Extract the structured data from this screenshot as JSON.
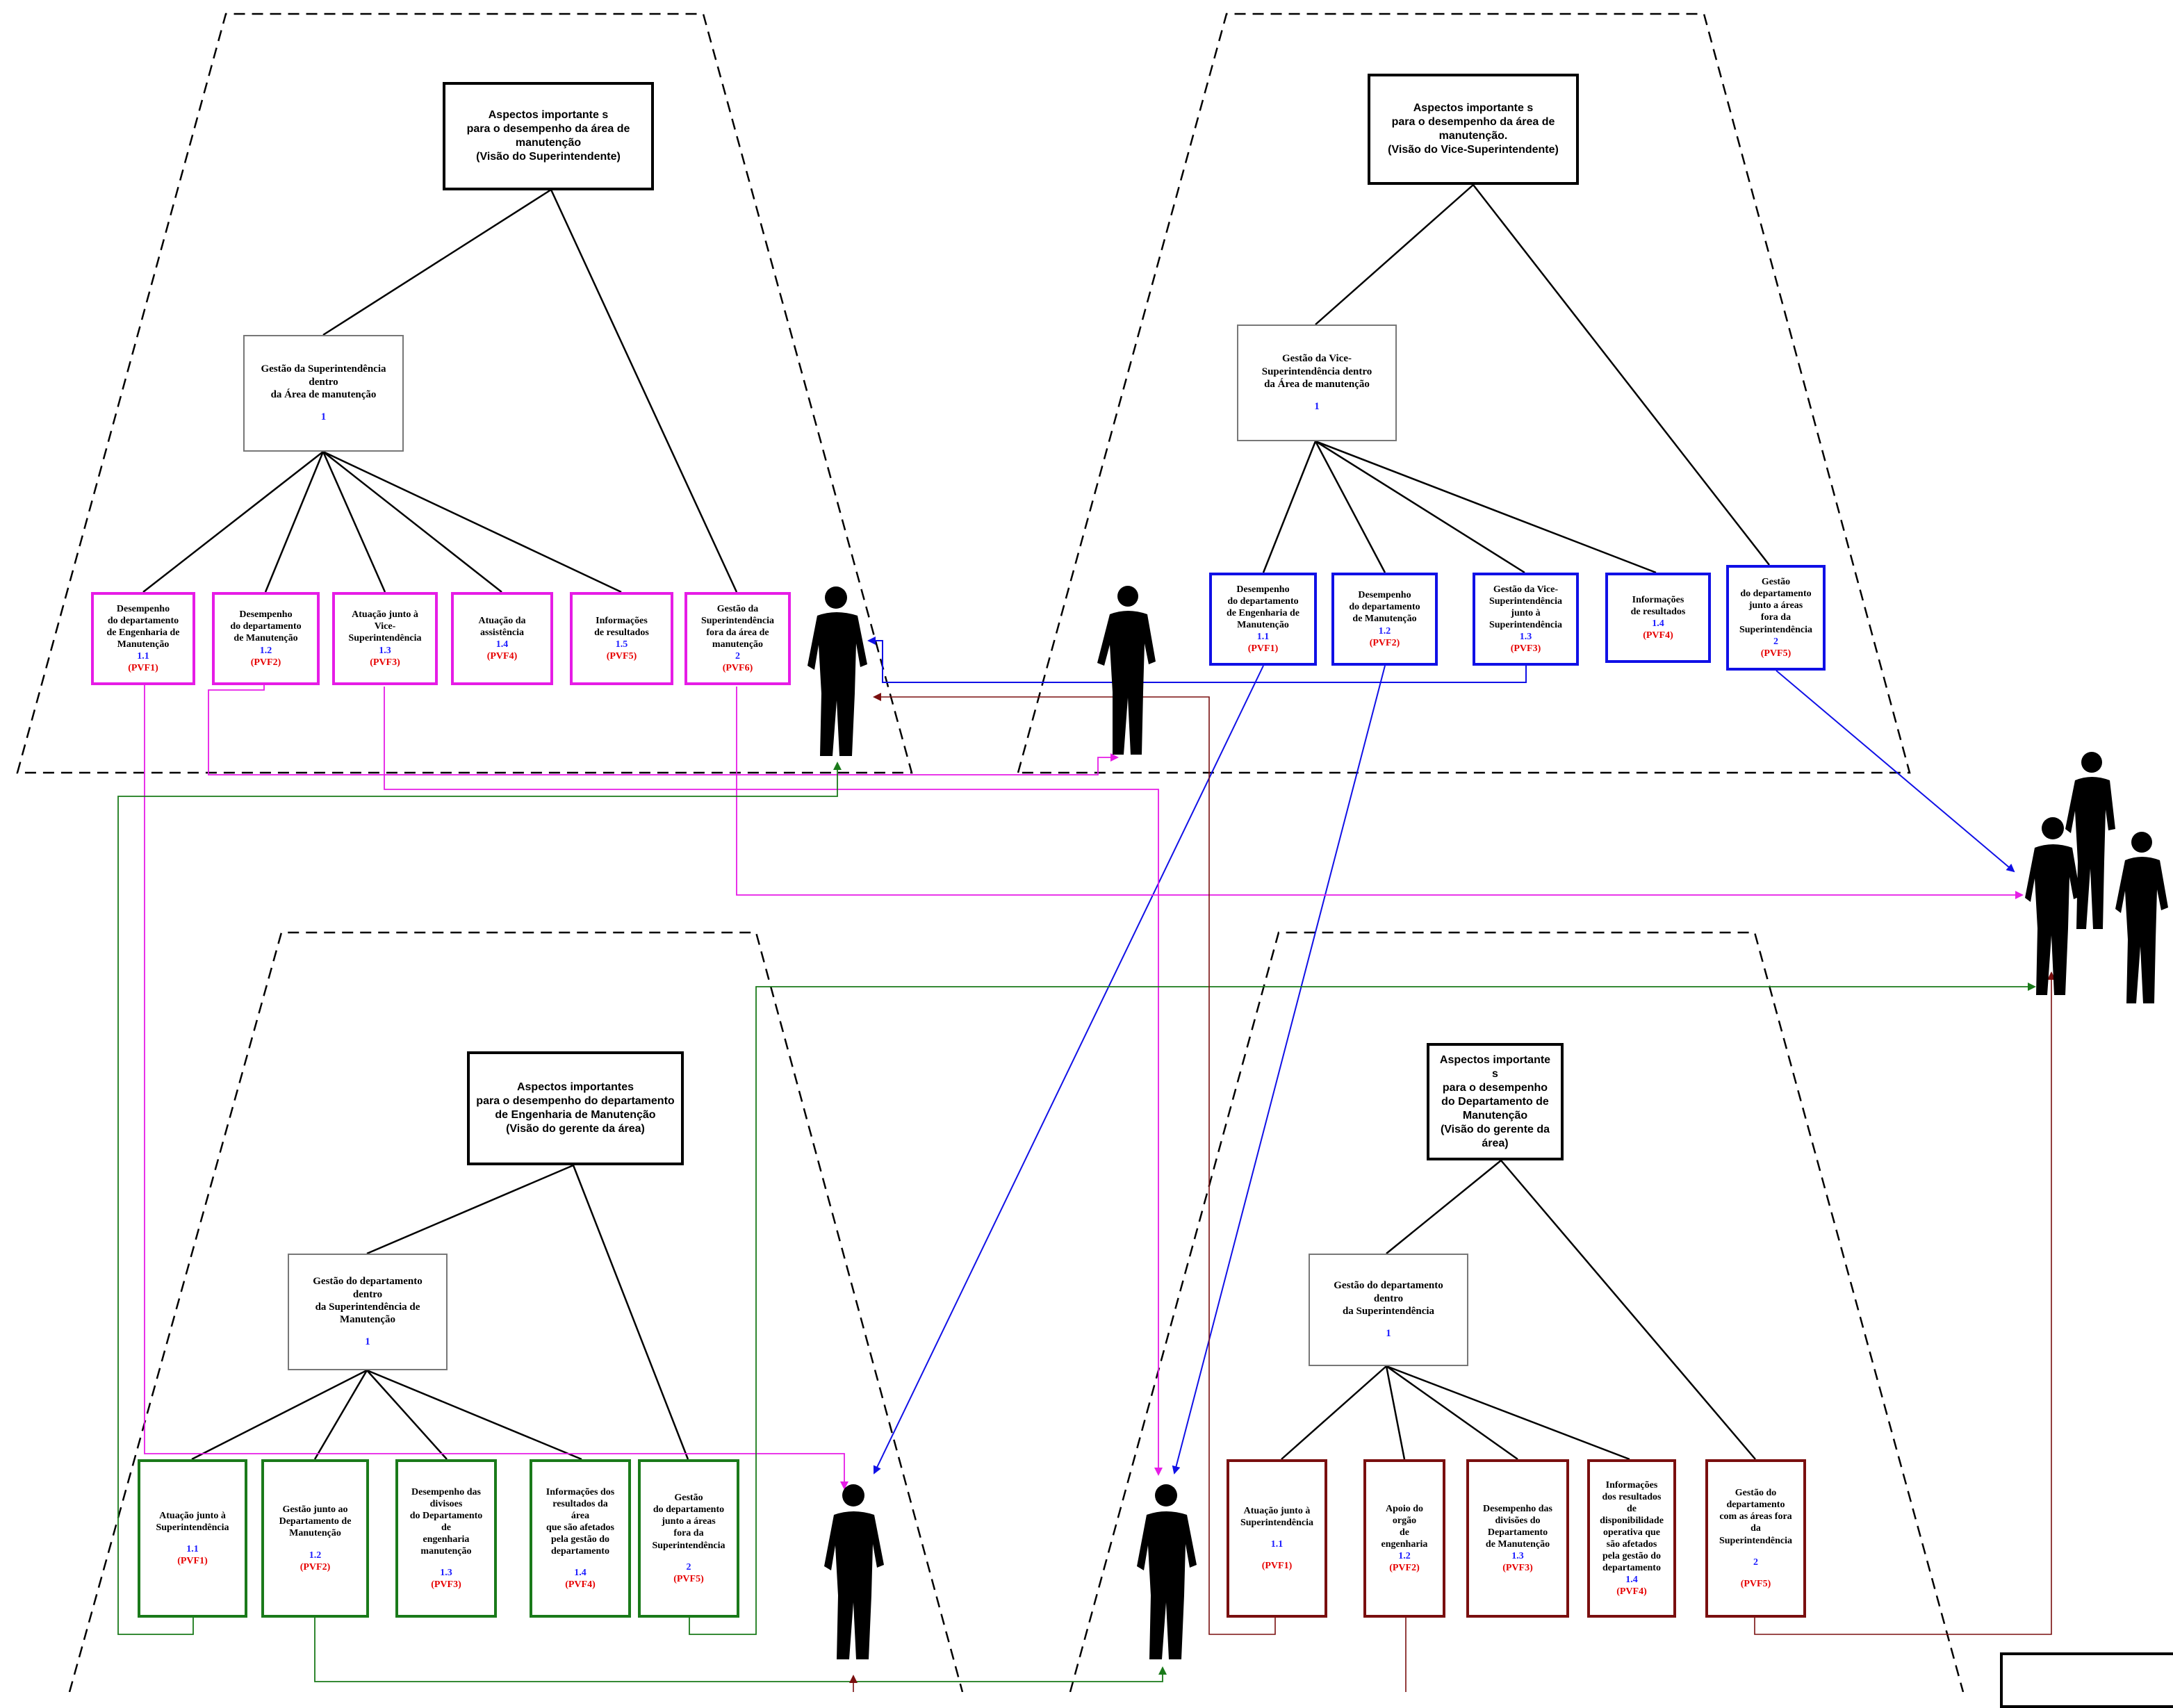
{
  "quadrants": [
    {
      "id": "superintendente",
      "title": "Aspectos importante s\npara o desempenho da área de\nmanutenção\n(Visão do Superintendente)",
      "mid": {
        "label": "Gestão da Superintendência\ndentro\nda Área de manutenção",
        "num": "1"
      },
      "leaves": [
        {
          "label": "Desempenho\ndo departamento\nde Engenharia de\nManutenção",
          "num": "1.1",
          "pvf": "(PVF1)"
        },
        {
          "label": "Desempenho\ndo departamento\nde  Manutenção",
          "num": "1.2",
          "pvf": "(PVF2)"
        },
        {
          "label": "Atuação junto à\nVice-\nSuperintendência",
          "num": "1.3",
          "pvf": "(PVF3)"
        },
        {
          "label": "Atuação da\nassistência",
          "num": "1.4",
          "pvf": "(PVF4)"
        },
        {
          "label": "Informações\nde resultados",
          "num": "1.5",
          "pvf": "(PVF5)"
        },
        {
          "label": "Gestão da\nSuperintendência\nfora da área de\nmanutenção",
          "num": "2",
          "pvf": "(PVF6)"
        }
      ]
    },
    {
      "id": "vice",
      "title": "Aspectos importante s\npara o desempenho da área de\nmanutenção.\n(Visão do Vice-Superintendente)",
      "mid": {
        "label": "Gestão da Vice-\nSuperintendência dentro\nda Área de manutenção",
        "num": "1"
      },
      "leaves": [
        {
          "label": "Desempenho\ndo departamento\nde Engenharia de\nManutenção",
          "num": "1.1",
          "pvf": "(PVF1)"
        },
        {
          "label": "Desempenho\ndo departamento\nde  Manutenção",
          "num": "1.2",
          "pvf": "(PVF2)"
        },
        {
          "label": "Gestão da Vice-\nSuperintendência\njunto à\nSuperintendência",
          "num": "1.3",
          "pvf": "(PVF3)"
        },
        {
          "label": "Informações\nde resultados",
          "num": "1.4",
          "pvf": "(PVF4)"
        },
        {
          "label": "Gestão\ndo departamento\njunto a áreas\nfora da\nSuperintendência",
          "num": "2",
          "pvf": "(PVF5)"
        }
      ]
    },
    {
      "id": "eng-manut",
      "title": "Aspectos importantes\npara o desempenho do departamento\nde Engenharia de Manutenção\n(Visão do gerente da área)",
      "mid": {
        "label": "Gestão do departamento\ndentro\nda Superintendência de\nManutenção",
        "num": "1"
      },
      "leaves": [
        {
          "label": "Atuação junto à\nSuperintendência",
          "num": "1.1",
          "pvf": "(PVF1)"
        },
        {
          "label": "Gestão junto ao\nDepartamento de\nManutenção",
          "num": "1.2",
          "pvf": "(PVF2)"
        },
        {
          "label": "Desempenho das\ndivisoes\ndo Departamento\nde\nengenharia\nmanutenção",
          "num": "1.3",
          "pvf": "(PVF3)"
        },
        {
          "label": "Informações dos\nresultados da\nárea\nque são afetados\npela gestão do\ndepartamento",
          "num": "1.4",
          "pvf": "(PVF4)"
        },
        {
          "label": "Gestão\ndo departamento\njunto a áreas\nfora da\nSuperintendência",
          "num": "2",
          "pvf": "(PVF5)"
        }
      ]
    },
    {
      "id": "dep-manut",
      "title": "Aspectos importante\ns\npara o desempenho\ndo Departamento de\nManutenção\n(Visão do gerente da\nárea)",
      "mid": {
        "label": "Gestão do departamento\ndentro\nda Superintendência",
        "num": "1"
      },
      "leaves": [
        {
          "label": "Atuação junto à\nSuperintendência",
          "num": "1.1",
          "pvf": "(PVF1)"
        },
        {
          "label": "Apoio do\norgão\nde\nengenharia",
          "num": "1.2",
          "pvf": "(PVF2)"
        },
        {
          "label": "Desempenho das\ndivisões do\nDepartamento\nde Manutenção",
          "num": "1.3",
          "pvf": "(PVF3)"
        },
        {
          "label": "Informações\ndos resultados\nde\ndisponibilidade\noperativa que\nsão afetados\npela gestão do\ndepartamento",
          "num": "1.4",
          "pvf": "(PVF4)"
        },
        {
          "label": "Gestão do\ndepartamento\ncom as áreas fora\nda\nSuperintendência",
          "num": "2",
          "pvf": "(PVF5)"
        }
      ]
    }
  ],
  "colors": {
    "magenta": "#e61ce6",
    "blue": "#1010e6",
    "green": "#1a7a1a",
    "darkred": "#7a0f0f",
    "dashed": "#000000"
  }
}
